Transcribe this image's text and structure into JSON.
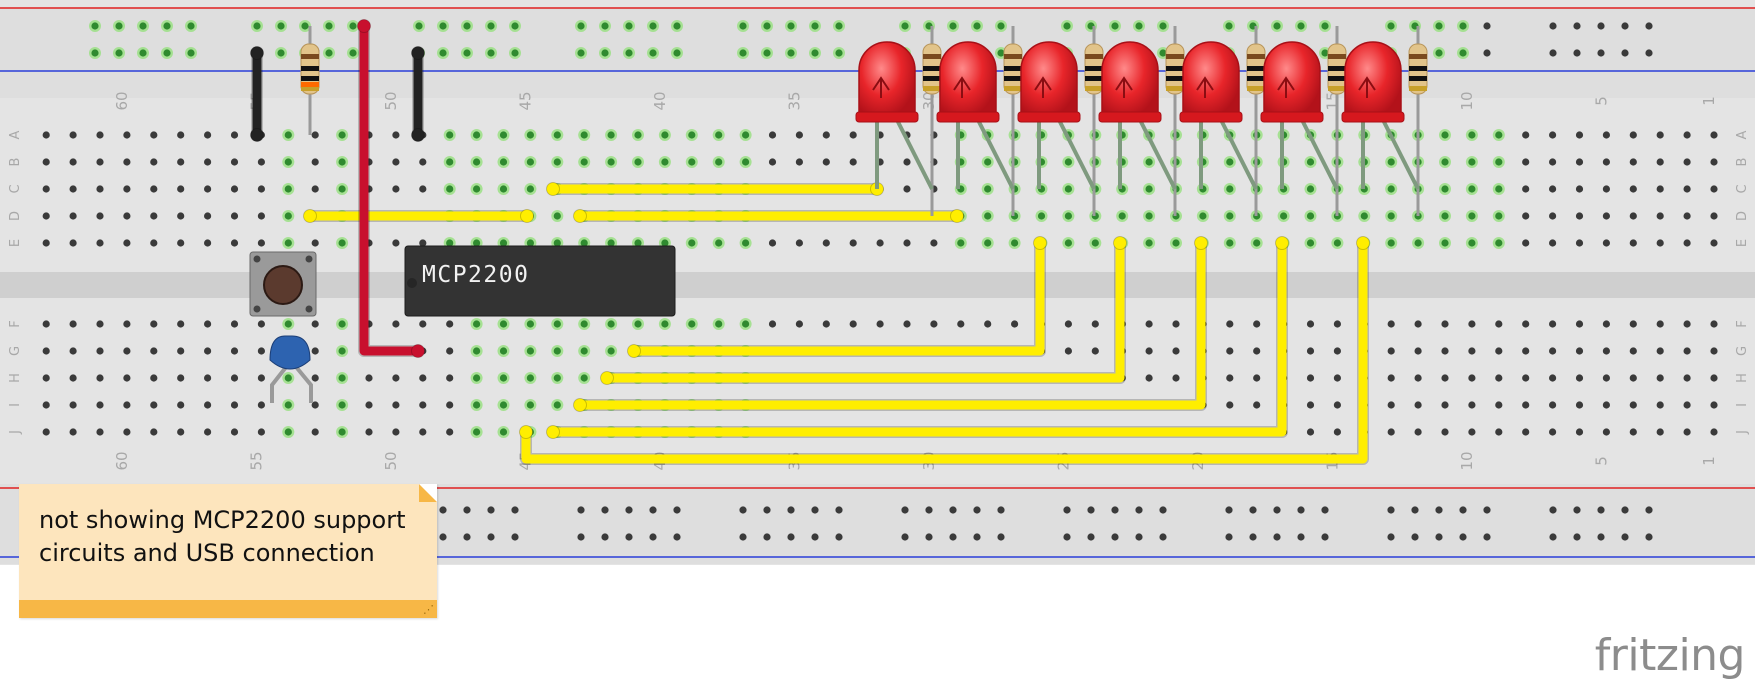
{
  "breadboard": {
    "column_labels": [
      "60",
      "55",
      "50",
      "45",
      "40",
      "35",
      "30",
      "25",
      "20",
      "15",
      "10",
      "5",
      "1"
    ],
    "row_labels_top": [
      "A",
      "B",
      "C",
      "D",
      "E"
    ],
    "row_labels_bottom": [
      "F",
      "G",
      "H",
      "I",
      "J"
    ]
  },
  "components": {
    "chip_label": "MCP2200"
  },
  "note": {
    "text_line1": "not showing MCP2200 support",
    "text_line2": "circuits and USB connection"
  },
  "brand": {
    "name": "fritzing"
  },
  "colors": {
    "board": "#dcdcdc",
    "rail_red": "#e02020",
    "rail_blue": "#2a3fd8",
    "wire_yellow": "#ffee00",
    "wire_red": "#c8102e",
    "wire_black": "#222222",
    "led": "#e8252a",
    "chip": "#333333",
    "note_bg": "#fde5bd",
    "note_bar": "#f7b746"
  }
}
